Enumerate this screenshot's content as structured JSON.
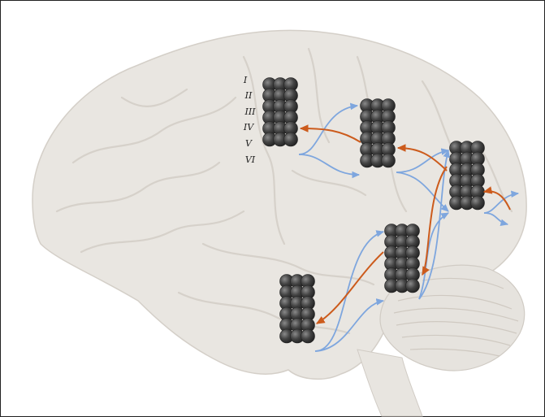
{
  "layer_labels": [
    "I",
    "II",
    "III",
    "IV",
    "V",
    "VI"
  ],
  "colors": {
    "brain_fill": "#e9e6e1",
    "brain_gyri": "#f3f1ed",
    "brain_sulci": "#d9d5cf",
    "column_dark": "#3a3a3a",
    "column_light": "#8a8a8a",
    "feedforward": "#7ea6de",
    "feedback": "#cc5b1c",
    "frame": "#222222"
  },
  "icons": {
    "cortical_column": "stacked-spheres-icon",
    "feedforward_arrow": "blue-arrow-icon",
    "feedback_arrow": "orange-arrow-icon"
  }
}
